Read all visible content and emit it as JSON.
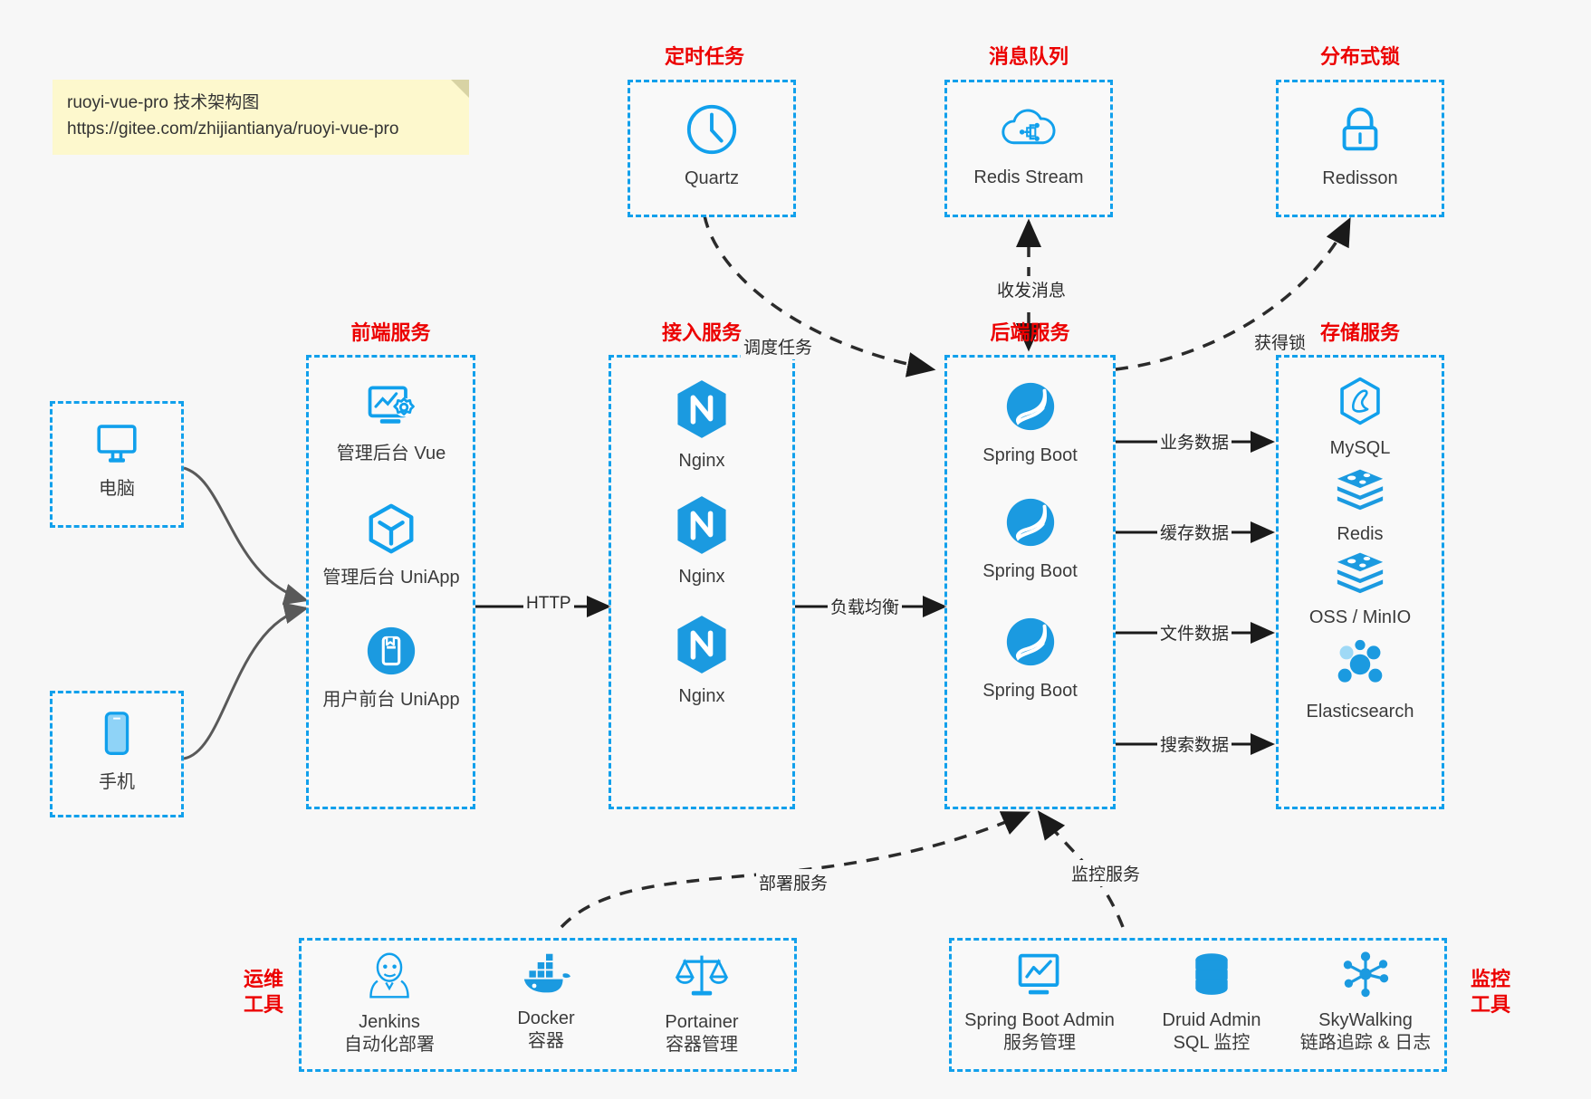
{
  "note": {
    "line1": "ruoyi-vue-pro 技术架构图",
    "line2": "https://gitee.com/zhijiantianya/ruoyi-vue-pro"
  },
  "colors": {
    "accent_blue": "#11a0ec",
    "title_red": "#ec0000",
    "edge_gray": "#595959",
    "edge_black": "#1a1a1a",
    "note_bg": "#fdf8cd",
    "canvas_bg": "#f7f7f7"
  },
  "groups": {
    "scheduler": {
      "title": "定时任务",
      "nodes": [
        {
          "label": "Quartz",
          "icon": "clock-icon"
        }
      ]
    },
    "mq": {
      "title": "消息队列",
      "nodes": [
        {
          "label": "Redis Stream",
          "icon": "cloud-stream-icon"
        }
      ]
    },
    "lock": {
      "title": "分布式锁",
      "nodes": [
        {
          "label": "Redisson",
          "icon": "lock-icon"
        }
      ]
    },
    "clients": {
      "nodes": [
        {
          "label": "电脑",
          "icon": "desktop-icon"
        },
        {
          "label": "手机",
          "icon": "mobile-icon"
        }
      ]
    },
    "frontend": {
      "title": "前端服务",
      "nodes": [
        {
          "label": "管理后台 Vue",
          "icon": "dashboard-icon"
        },
        {
          "label": "管理后台 UniApp",
          "icon": "cube-icon"
        },
        {
          "label": "用户前台 UniApp",
          "icon": "app-icon"
        }
      ]
    },
    "gateway": {
      "title": "接入服务",
      "nodes": [
        {
          "label": "Nginx",
          "icon": "nginx-icon"
        },
        {
          "label": "Nginx",
          "icon": "nginx-icon"
        },
        {
          "label": "Nginx",
          "icon": "nginx-icon"
        }
      ]
    },
    "backend": {
      "title": "后端服务",
      "nodes": [
        {
          "label": "Spring Boot",
          "icon": "spring-icon"
        },
        {
          "label": "Spring Boot",
          "icon": "spring-icon"
        },
        {
          "label": "Spring Boot",
          "icon": "spring-icon"
        }
      ]
    },
    "storage": {
      "title": "存储服务",
      "nodes": [
        {
          "label": "MySQL",
          "icon": "mysql-icon"
        },
        {
          "label": "Redis",
          "icon": "redis-icon"
        },
        {
          "label": "OSS / MinIO",
          "icon": "oss-icon"
        },
        {
          "label": "Elasticsearch",
          "icon": "elasticsearch-icon"
        }
      ]
    },
    "devops": {
      "title_line1": "运维",
      "title_line2": "工具",
      "nodes": [
        {
          "label": "Jenkins",
          "sub": "自动化部署",
          "icon": "jenkins-icon"
        },
        {
          "label": "Docker",
          "sub": "容器",
          "icon": "docker-icon"
        },
        {
          "label": "Portainer",
          "sub": "容器管理",
          "icon": "balance-icon"
        }
      ]
    },
    "monitor": {
      "title_line1": "监控",
      "title_line2": "工具",
      "nodes": [
        {
          "label": "Spring Boot Admin",
          "sub": "服务管理",
          "icon": "monitor-chart-icon"
        },
        {
          "label": "Druid Admin",
          "sub": "SQL 监控",
          "icon": "database-icon"
        },
        {
          "label": "SkyWalking",
          "sub": "链路追踪 & 日志",
          "icon": "skywalking-icon"
        }
      ]
    }
  },
  "edges": {
    "http": "HTTP",
    "load_balance": "负载均衡",
    "schedule_task": "调度任务",
    "send_receive_msg": "收发消息",
    "acquire_lock": "获得锁",
    "business_data": "业务数据",
    "cache_data": "缓存数据",
    "file_data": "文件数据",
    "search_data": "搜索数据",
    "deploy_service": "部署服务",
    "monitor_service": "监控服务"
  }
}
